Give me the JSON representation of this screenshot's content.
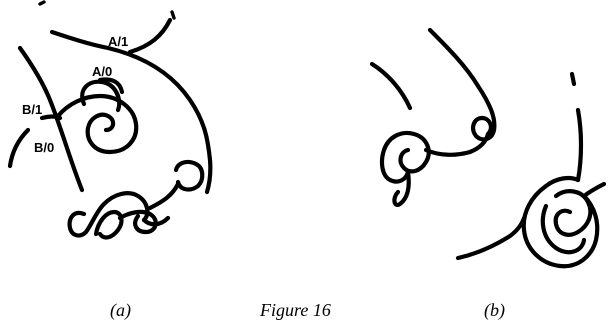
{
  "labels": {
    "a1": "A/1",
    "a0": "A/0",
    "b1": "B/1",
    "b0": "B/0"
  },
  "captions": {
    "left": "(a)",
    "center": "Figure 16",
    "right": "(b)"
  }
}
